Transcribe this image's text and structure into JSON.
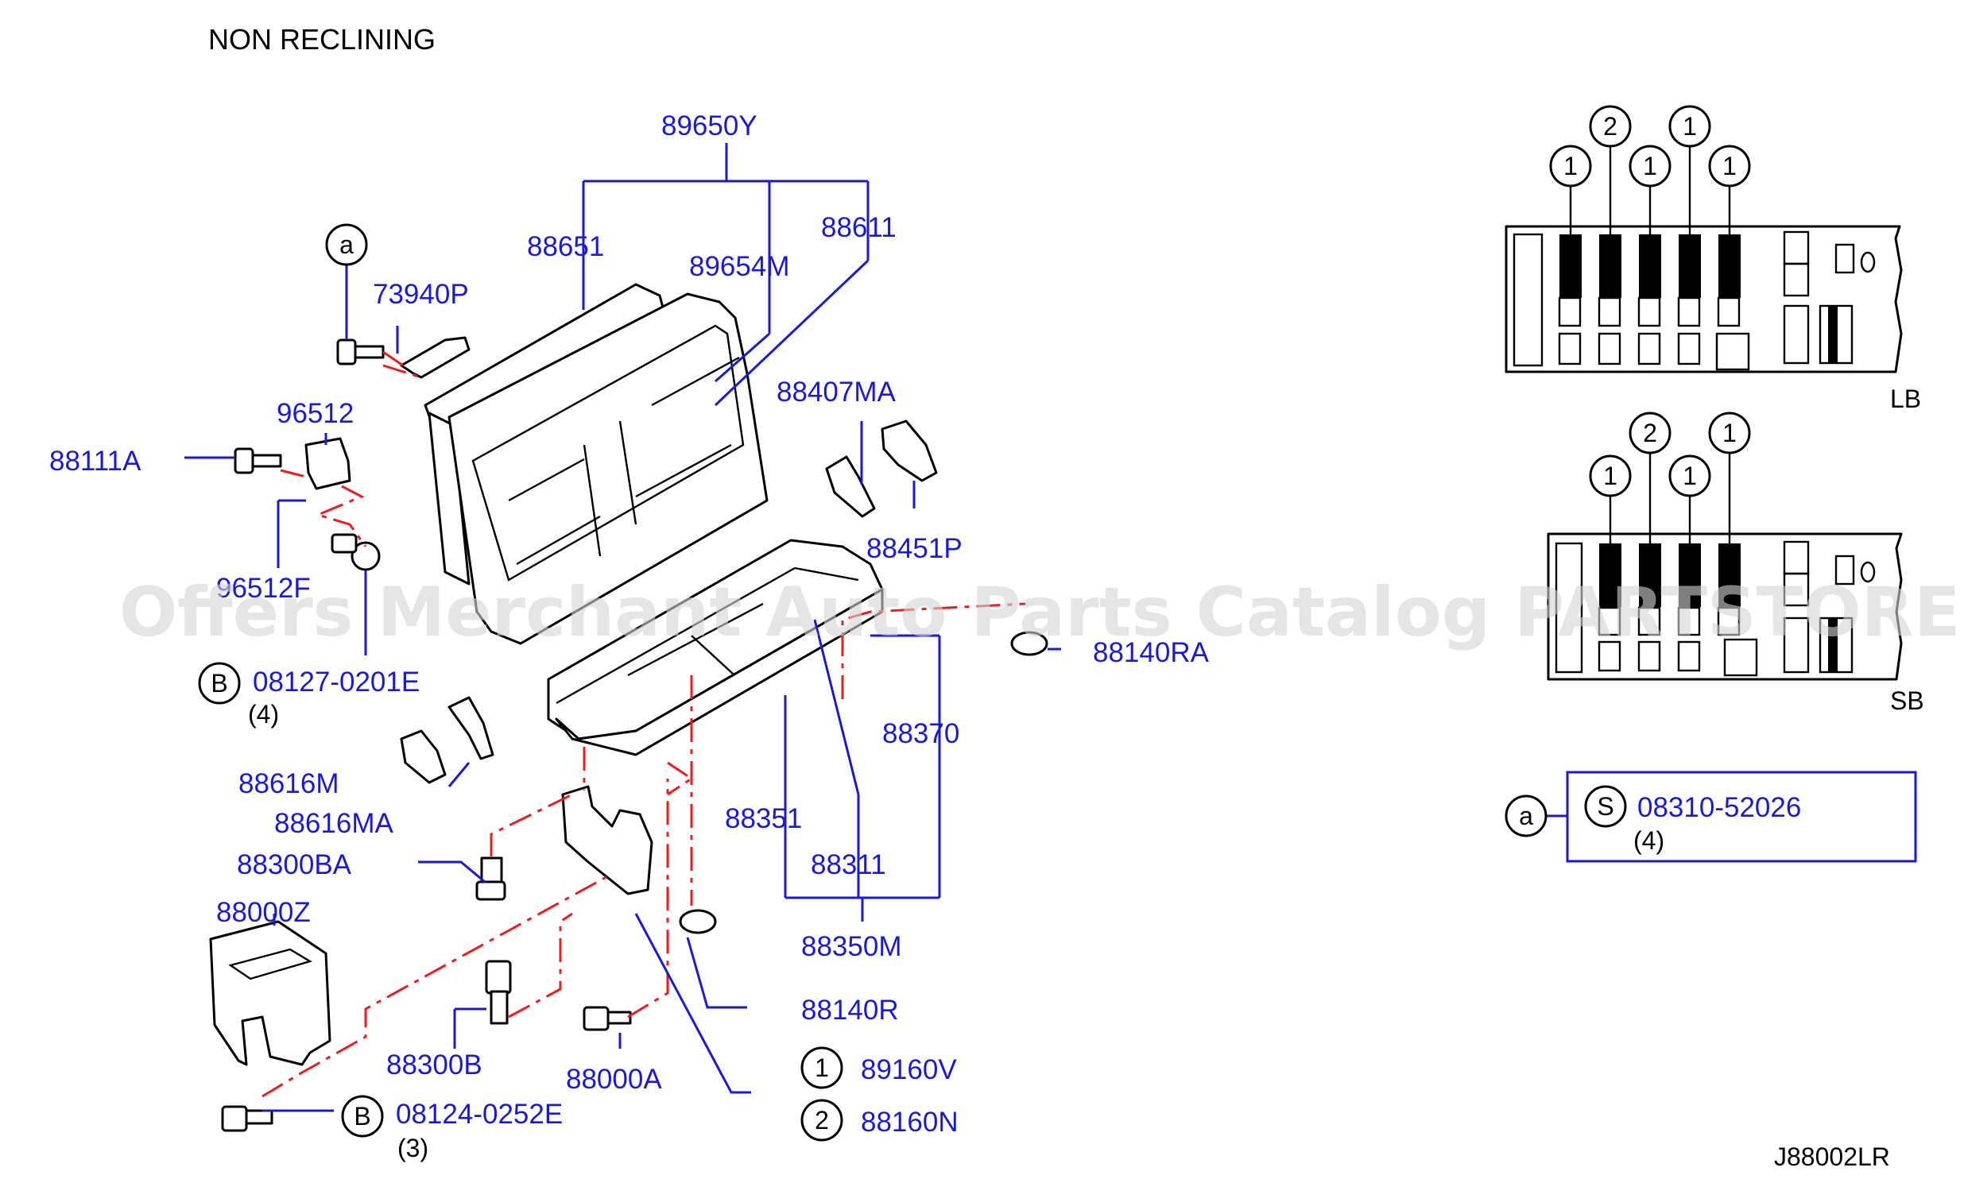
{
  "title": "NON  RECLINING",
  "drawing_code": "J88002LR",
  "watermark": "Offers Merchant Auto Parts Catalog PARTSTORE.SA",
  "colors": {
    "part_number": "#1a1ad6",
    "guide_line": "#ee1c1c",
    "drawing": "#000000"
  },
  "parts": {
    "p89650Y": "89650Y",
    "p88651": "88651",
    "p89654M": "89654M",
    "p88611": "88611",
    "p73940P": "73940P",
    "p96512": "96512",
    "p88111A": "88111A",
    "p96512F": "96512F",
    "p0812702": "08127-0201E",
    "p88407MA": "88407MA",
    "p88451P": "88451P",
    "p88140RA": "88140RA",
    "p88370": "88370",
    "p88351": "88351",
    "p88311": "88311",
    "p88350M": "88350M",
    "p88616M": "88616M",
    "p88616MA": "88616MA",
    "p88300BA": "88300BA",
    "p88000Z": "88000Z",
    "p88140R": "88140R",
    "p88300B": "88300B",
    "p88000A": "88000A",
    "p89160V": "89160V",
    "p88160N": "88160N",
    "p0812402": "08124-0252E",
    "p0831052": "08310-52026"
  },
  "qty": {
    "q0812702": "(4)",
    "q0812402": "(3)",
    "q0831052": "(4)"
  },
  "circle_labels": {
    "a": "a",
    "B": "B",
    "S": "S",
    "one": "1",
    "two": "2"
  },
  "panels": {
    "lb": "LB",
    "sb": "SB"
  }
}
